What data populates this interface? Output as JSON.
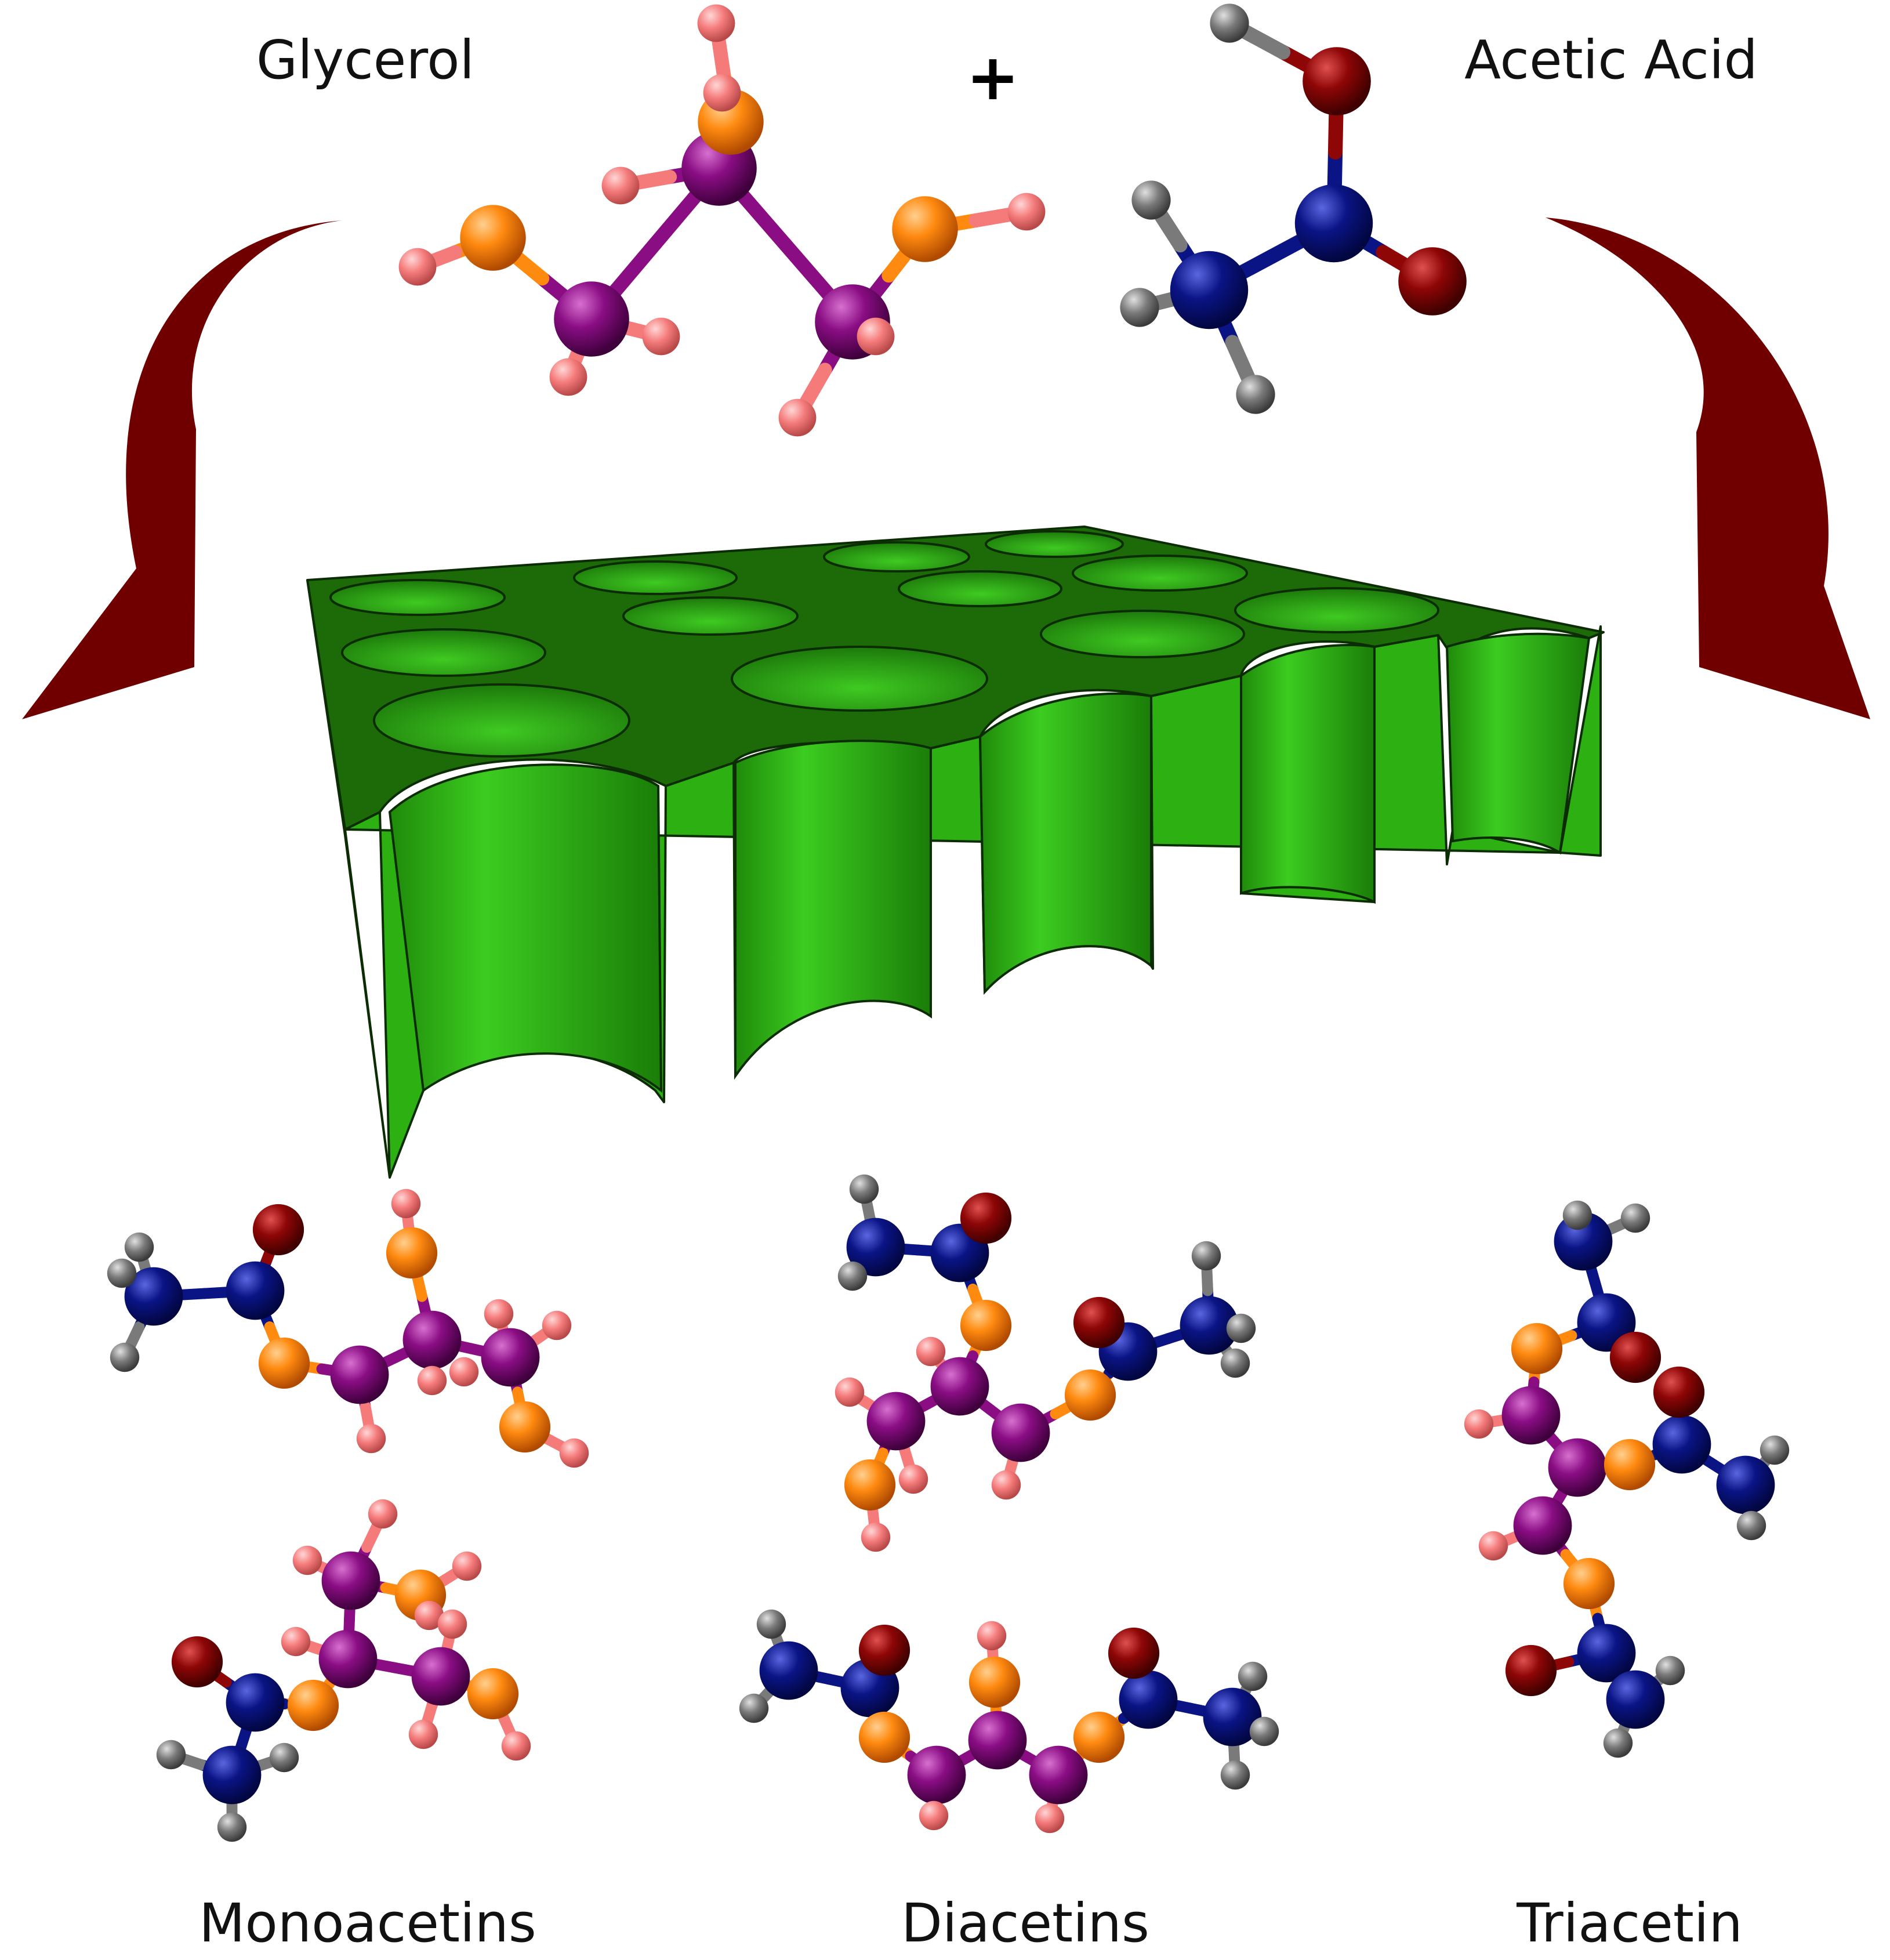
{
  "reactants": {
    "glycerol_label": "Glycerol",
    "plus_sign": "+",
    "acetic_acid_label": "Acetic Acid"
  },
  "products": {
    "monoacetins_label": "Monoacetins",
    "diacetins_label": "Diacetins",
    "triacetin_label": "Triacetin"
  },
  "colors": {
    "arrow": "#700000",
    "catalyst_top": "#1d6a08",
    "catalyst_side": "#2db012",
    "catalyst_pore": "#36b81a",
    "carbon_glycerol": "#8a0d84",
    "oxygen_hydroxyl": "#ff8a10",
    "hydrogen_glycerol": "#f57b7b",
    "carbon_acetyl": "#0a1485",
    "oxygen_carbonyl": "#8e0606",
    "hydrogen_acetyl": "#7a7a7a"
  }
}
